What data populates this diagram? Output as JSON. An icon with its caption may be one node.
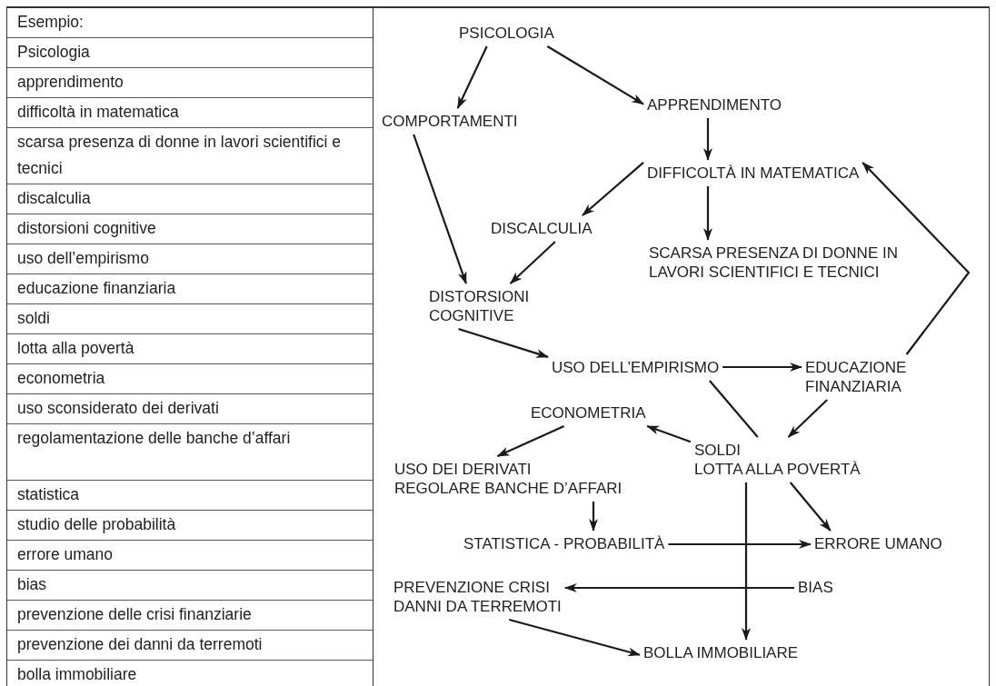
{
  "diagram": {
    "nodes": [
      {
        "text": [
          "PSICOLOGIA"
        ]
      },
      {
        "text": [
          "COMPORTAMENTI"
        ]
      },
      {
        "text": [
          "APPRENDIMENTO"
        ]
      },
      {
        "text": [
          "DIFFICOLTÀ IN MATEMATICA"
        ]
      },
      {
        "text": [
          "DISCALCULIA"
        ]
      },
      {
        "text": [
          "SCARSA PRESENZA DI DONNE IN LAVORI SCIENTIFICI E TECNICI"
        ]
      },
      {
        "text": [
          "DISTORSIONI COGNITIVE"
        ]
      },
      {
        "text": [
          "USO DELL’EMPIRISMO"
        ]
      },
      {
        "text": [
          "EDUCAZIONE FINANZIARIA"
        ]
      },
      {
        "text": [
          "ECONOMETRIA"
        ]
      },
      {
        "text": [
          "SOLDI",
          "LOTTA ALLA POVERTÀ"
        ]
      },
      {
        "text": [
          "USO DEI DERIVATI",
          "REGOLARE BANCHE D’AFFARI"
        ]
      },
      {
        "text": [
          "STATISTICA - PROBABILITÀ"
        ]
      },
      {
        "text": [
          "ERRORE UMANO"
        ]
      },
      {
        "text": [
          "BIAS"
        ]
      },
      {
        "text": [
          "PREVENZIONE CRISI",
          "DANNI DA TERREMOTI"
        ]
      },
      {
        "text": [
          "BOLLA IMMOBILIARE"
        ]
      }
    ],
    "edges": [
      {
        "from": 0,
        "to": 1,
        "arrow": "to"
      },
      {
        "from": 0,
        "to": 2,
        "arrow": "to"
      },
      {
        "from": 2,
        "to": 3,
        "arrow": "to"
      },
      {
        "from": 1,
        "to": 6,
        "arrow": "to"
      },
      {
        "from": 3,
        "to": 4,
        "arrow": "to"
      },
      {
        "from": 3,
        "to": 5,
        "arrow": "to"
      },
      {
        "from": 8,
        "to": 3,
        "arrow": "to"
      },
      {
        "from": 4,
        "to": 6,
        "arrow": "to"
      },
      {
        "from": 6,
        "to": 7,
        "arrow": "to"
      },
      {
        "from": 7,
        "to": 8,
        "arrow": "to"
      },
      {
        "from": 8,
        "to": 10,
        "arrow": "to"
      },
      {
        "from": 7,
        "to": 10,
        "arrow": "none"
      },
      {
        "from": 10,
        "to": 9,
        "arrow": "to"
      },
      {
        "from": 10,
        "to": 13,
        "arrow": "to"
      },
      {
        "from": 10,
        "to": 16,
        "arrow": "to"
      },
      {
        "from": 9,
        "to": 11,
        "arrow": "to"
      },
      {
        "from": 11,
        "to": 12,
        "arrow": "to"
      },
      {
        "from": 12,
        "to": 13,
        "arrow": "to"
      },
      {
        "from": 14,
        "to": 15,
        "arrow": "to"
      },
      {
        "from": 15,
        "to": 16,
        "arrow": "to"
      }
    ],
    "labels": [
      "Esempio:",
      "Psicologia",
      "apprendimento",
      "difficoltà in matematica",
      "scarsa presenza di donne in lavori scientifici e tecnici",
      "discalculia",
      "distorsioni cognitive",
      "uso dell’empirismo",
      "educazione finanziaria",
      "soldi",
      "lotta alla povertà",
      "econometria",
      "uso sconsiderato dei derivati",
      "regolamentazione delle banche d’affari",
      "statistica",
      "studio delle probabilità",
      "errore umano",
      "bias",
      "prevenzione delle crisi finanziarie",
      "prevenzione dei danni da terremoti",
      "bolla immobiliare"
    ]
  }
}
